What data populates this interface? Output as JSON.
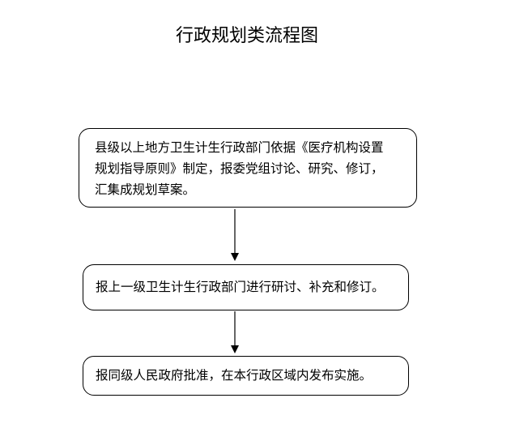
{
  "title": "行政规划类流程图",
  "steps": [
    {
      "lines": [
        "县级以上地方卫生计生行政部门依据《医疗机构设置",
        "规划指导原则》制定，报委党组讨论、研究、修订，",
        "汇集成规划草案。"
      ]
    },
    {
      "lines": [
        "报上一级卫生计生行政部门进行研讨、补充和修订。"
      ]
    },
    {
      "lines": [
        "报同级人民政府批准，在本行政区域内发布实施。"
      ]
    }
  ]
}
